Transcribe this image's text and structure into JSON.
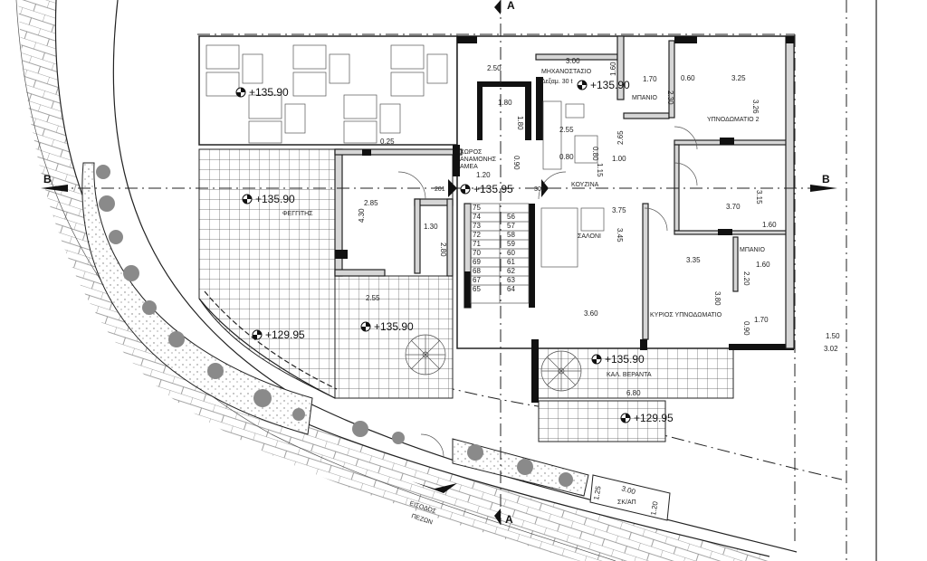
{
  "levels": {
    "roof_terrace": "+135.90",
    "left_terrace": "+135.90",
    "lower_terrace": "+135.90",
    "veranda": "+135.90",
    "plant_room": "+135.90",
    "lower_garden_left": "+129.95",
    "lower_garden_right": "+129.95",
    "entrance_hall": "+135.95"
  },
  "rooms": {
    "plant_room": "ΜΗΧΑΝΟΣΤΑΣΙΟ",
    "tank": "Δεξαμ. 30 t",
    "bath_1": "ΜΠΑΝΙΟ",
    "bedroom_2": "ΥΠΝΟΔΩΜΑΤΙΟ 2",
    "kitchen": "ΚΟΥΖΙΝΑ",
    "waiting_1": "ΧΩΡΟΣ",
    "waiting_2": "ΑΝΑΜΟΝΗΣ",
    "waiting_3": "ΑΜΕΑ",
    "skylight": "ΦΕΓΓΙΤΗΣ",
    "living": "ΣΑΛΟΝΙ",
    "bath_2": "ΜΠΑΝΙΟ",
    "master_bedroom": "ΚΥΡΙΟΣ ΥΠΝΟΔΩΜΑΤΙΟ",
    "veranda": "ΚΑΛ. ΒΕΡΑΝΤΑ",
    "bin_store": "ΣΚ/ΑΠ",
    "entrance_1": "ΕΙΣΟΔΟΣ",
    "entrance_2": "ΠΕΖΩΝ"
  },
  "doors": {
    "left": "201",
    "right": "301"
  },
  "sections": {
    "a_top": "A",
    "a_bottom": "A",
    "b_left": "B",
    "b_right": "B"
  },
  "dimensions": [
    "2.50",
    "3.00",
    "1.60",
    "1.70",
    "2.30",
    "0.60",
    "3.25",
    "3.26",
    "1.80",
    "1.80",
    "2.55",
    "0.80",
    "2.65",
    "0.80",
    "1.15",
    "1.00",
    "3.15",
    "3.70",
    "1.60",
    "3.75",
    "3.45",
    "0.25",
    "1.20",
    "0.90",
    "2.85",
    "4.30",
    "1.30",
    "2.80",
    "2.55",
    "3.35",
    "1.60",
    "2.20",
    "3.80",
    "0.90",
    "1.70",
    "3.60",
    "6.80",
    "1.50",
    "3.02",
    "3.00",
    "1.25",
    "1.20"
  ],
  "stairs": {
    "up": [
      "75",
      "74",
      "73",
      "72",
      "71",
      "70",
      "69",
      "68",
      "67",
      "65"
    ],
    "down": [
      "56",
      "57",
      "58",
      "59",
      "60",
      "61",
      "62",
      "63",
      "64"
    ]
  }
}
